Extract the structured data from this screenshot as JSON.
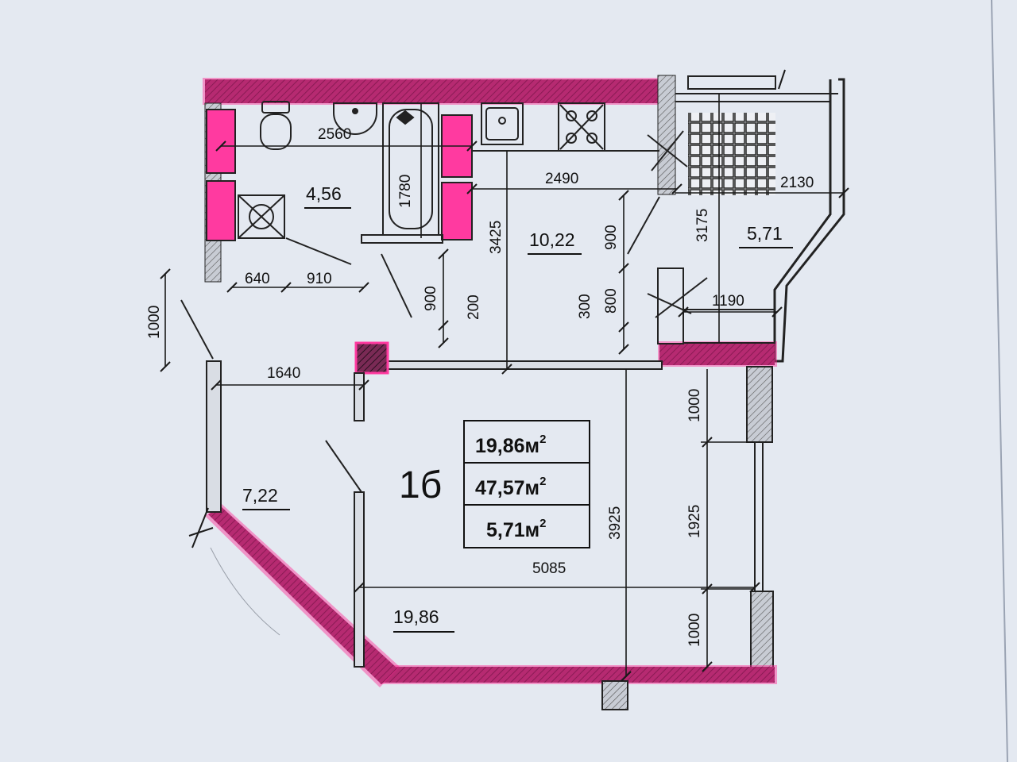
{
  "unit_label": "1б",
  "summary": {
    "living_area": "19,86м",
    "total_area": "47,57м",
    "balcony_area": "5,71м",
    "superscript": "2"
  },
  "rooms": {
    "bathroom": "4,56",
    "kitchen": "10,22",
    "balcony": "5,71",
    "hallway": "7,22",
    "living_room": "19,86"
  },
  "dimensions": {
    "d2560": "2560",
    "d1780": "1780",
    "d2490": "2490",
    "d2130": "2130",
    "d3175": "3175",
    "d3425": "3425",
    "d900a": "900",
    "d900b": "900",
    "d800": "800",
    "d300": "300",
    "d200": "200",
    "d1190": "1190",
    "d640": "640",
    "d910": "910",
    "d1000a": "1000",
    "d1640": "1640",
    "d1000b": "1000",
    "d1925": "1925",
    "d3925": "3925",
    "d5085": "5085",
    "d1000c": "1000"
  },
  "colors": {
    "paper": "#e3e8f0",
    "wall": "#4a4a52",
    "highlight": "#ff1f8f",
    "line": "#1a1a1a"
  }
}
